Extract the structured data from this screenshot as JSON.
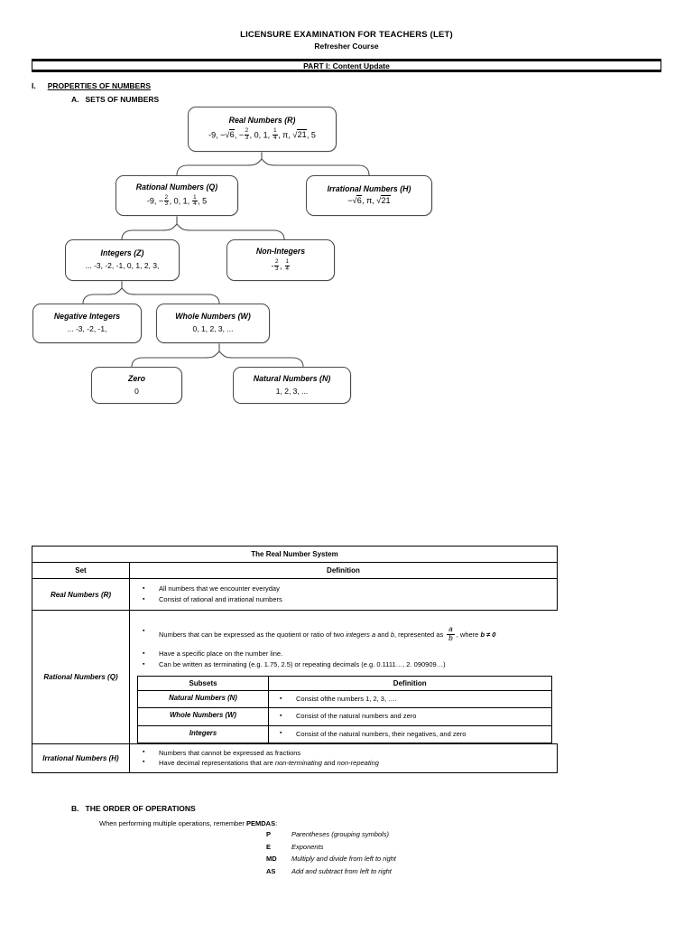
{
  "header": {
    "line1": "LICENSURE EXAMINATION FOR TEACHERS (LET)",
    "line2": "Refresher Course",
    "part_bar": "PART I: Content Update"
  },
  "outline": {
    "section_i_num": "I.",
    "section_i_label": "PROPERTIES OF NUMBERS",
    "section_a_num": "A.",
    "section_a_label": "SETS OF NUMBERS",
    "section_b_num": "B.",
    "section_b_label": "THE ORDER OF OPERATIONS"
  },
  "diagram": {
    "nodes": [
      {
        "id": "real",
        "title": "Real Numbers (R)",
        "values": "-9, −√6, −2/3, 0, 1, 1/4, π, √21, 5"
      },
      {
        "id": "rational",
        "title": "Rational Numbers (Q)",
        "values": "-9, −2/3, 0, 1, 1/4, 5"
      },
      {
        "id": "irrational",
        "title": "Irrational Numbers (H)",
        "values": "−√6, π, √21"
      },
      {
        "id": "integers",
        "title": "Integers (Z)",
        "values": "... -3, -2, -1, 0, 1, 2, 3,"
      },
      {
        "id": "nonint",
        "title": "Non-Integers",
        "values": "-2/3, 1/4"
      },
      {
        "id": "negint",
        "title": "Negative Integers",
        "values": "...  -3, -2, -1,"
      },
      {
        "id": "whole",
        "title": "Whole Numbers (W)",
        "values": "0, 1, 2, 3, ..."
      },
      {
        "id": "zero",
        "title": "Zero",
        "values": "0"
      },
      {
        "id": "natural",
        "title": "Natural Numbers (N)",
        "values": "1, 2, 3, ..."
      }
    ]
  },
  "table": {
    "title": "The Real Number System",
    "col_set": "Set",
    "col_definition": "Definition",
    "rows": [
      {
        "set": "Real Numbers (R)",
        "bullets": [
          "All numbers that we encounter everyday",
          "Consist of rational and irrational numbers"
        ]
      },
      {
        "set": "Rational Numbers (Q)",
        "bullet1_pre": "Numbers that can be expressed as the quotient or ratio of two ",
        "bullet1_italic": "integers a",
        "bullet1_mid": " and ",
        "bullet1_italic2": "b",
        "bullet1_post": ", represented as ",
        "frac_num": "a",
        "frac_den": "b",
        "bullet1_tail": ", where ",
        "bullet1_cond": "b ≠ 0",
        "bullets_rest": [
          "Have a specific place on the number line.",
          "Can be written as terminating (e.g. 1.75, 2.5) or repeating decimals (e.g. 0.1111…, 2. 090909…)"
        ]
      },
      {
        "set": "Irrational Numbers (H)",
        "bullets": [
          "Numbers that cannot be expressed as fractions"
        ],
        "bullet2_pre": "Have decimal representations that are ",
        "bullet2_i1": "non-terminating",
        "bullet2_mid": " and ",
        "bullet2_i2": "non-repeating"
      }
    ],
    "subsets": {
      "col_subsets": "Subsets",
      "col_definition": "Definition",
      "rows": [
        {
          "name": "Natural Numbers (N)",
          "definition": "Consist ofthe numbers 1, 2, 3, …."
        },
        {
          "name": "Whole Numbers (W)",
          "definition": "Consist of the natural numbers and zero"
        },
        {
          "name": "Integers",
          "definition": "Consist of the natural numbers, their negatives, and zero"
        }
      ]
    }
  },
  "pemdas": {
    "intro_pre": "When performing multiple operations, remember ",
    "intro_bold": "PEMDAS",
    "intro_post": ":",
    "items": [
      {
        "key": "P",
        "value": "Parentheses (grouping symbols)"
      },
      {
        "key": "E",
        "value": "Exponents"
      },
      {
        "key": "MD",
        "value": "Multiply and divide from left to right"
      },
      {
        "key": "AS",
        "value": "Add and subtract from left to right"
      }
    ]
  }
}
